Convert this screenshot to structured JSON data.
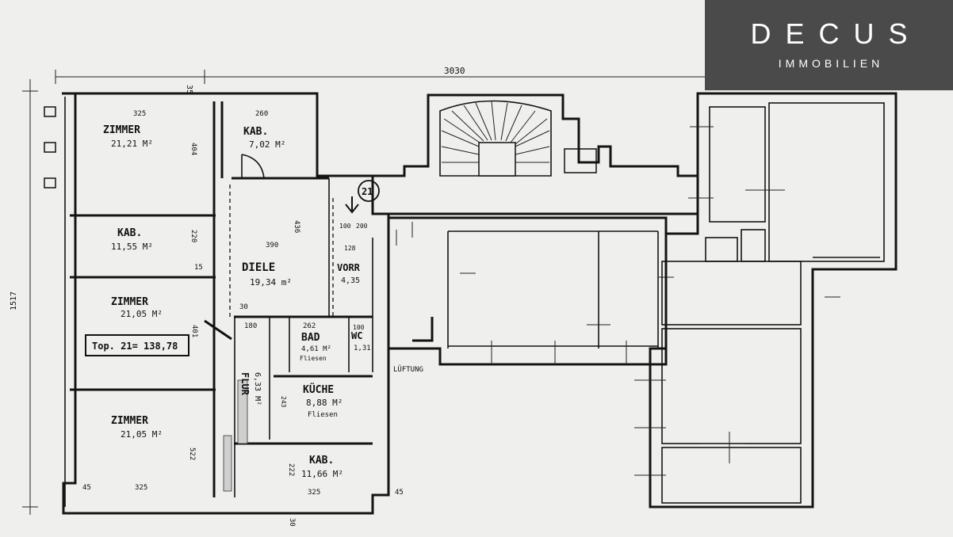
{
  "logo": {
    "title": "DECUS",
    "subtitle": "IMMOBILIEN"
  },
  "plan": {
    "unit_marker": "21",
    "summary": "Top. 21= 138,78",
    "overall_width": "3030",
    "overall_height": "1517",
    "rooms": [
      {
        "id": "zimmer-1",
        "name": "ZIMMER",
        "area": "21,21 M²"
      },
      {
        "id": "kab-1",
        "name": "KAB.",
        "area": "7,02 M²"
      },
      {
        "id": "kab-2",
        "name": "KAB.",
        "area": "11,55 M²"
      },
      {
        "id": "diele",
        "name": "DIELE",
        "area": "19,34 m²"
      },
      {
        "id": "vorr",
        "name": "VORR",
        "area": "4,35"
      },
      {
        "id": "zimmer-2",
        "name": "ZIMMER",
        "area": "21,05 M²"
      },
      {
        "id": "bad",
        "name": "BAD",
        "area": "4,61 M²",
        "note": "Fliesen"
      },
      {
        "id": "wc",
        "name": "WC",
        "area": "1,31"
      },
      {
        "id": "flur",
        "name": "FLUR",
        "area": "6,33 M²"
      },
      {
        "id": "kueche",
        "name": "KÜCHE",
        "area": "8,88 M²",
        "note": "Fliesen"
      },
      {
        "id": "zimmer-3",
        "name": "ZIMMER",
        "area": "21,05 M²"
      },
      {
        "id": "kab-3",
        "name": "KAB.",
        "area": "11,66 M²"
      }
    ],
    "dimensions": [
      "325",
      "260",
      "404",
      "220",
      "390",
      "436",
      "401",
      "180",
      "262",
      "100",
      "200",
      "128",
      "45",
      "522",
      "325",
      "35",
      "15",
      "30",
      "222",
      "100",
      "243",
      "30",
      "45"
    ],
    "annotation_lueftung": "LÜFTUNG"
  }
}
